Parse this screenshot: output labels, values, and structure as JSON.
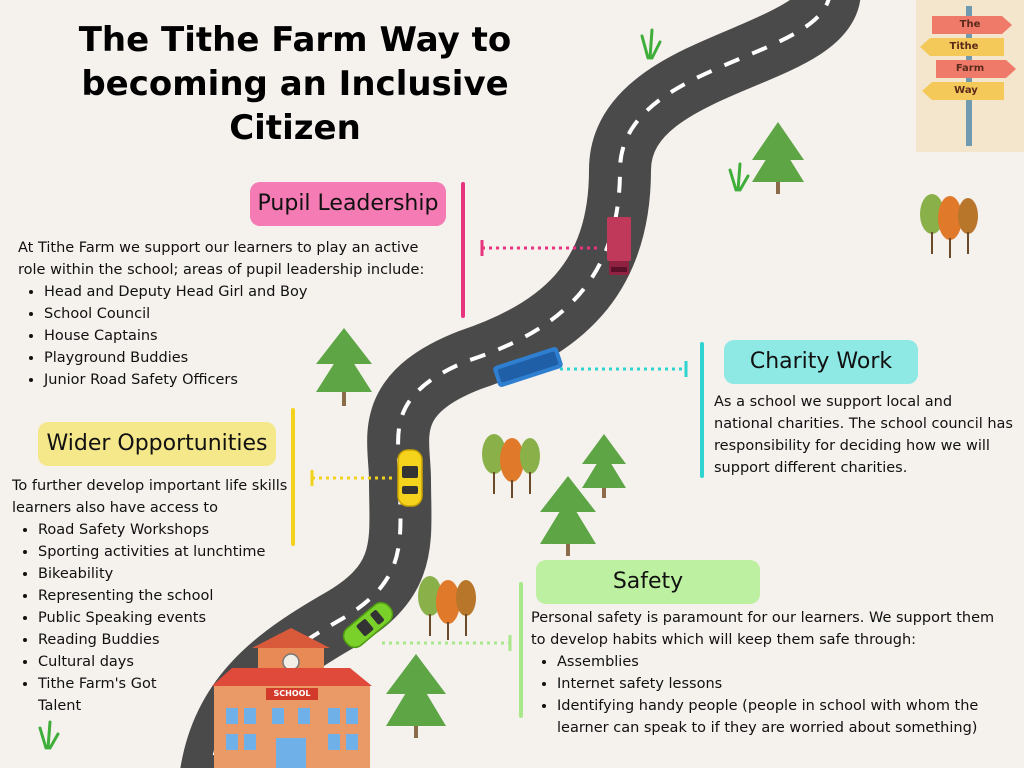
{
  "title": {
    "line1": "The Tithe Farm Way to",
    "line2": "becoming an Inclusive Citizen"
  },
  "signpost": {
    "signs": [
      "The",
      "Tithe",
      "Farm",
      "Way"
    ]
  },
  "school_sign": "SCHOOL",
  "sections": {
    "pupil_leadership": {
      "heading": "Pupil Leadership",
      "color": "#f47bb4",
      "intro": "At Tithe Farm we support our learners to play an active role within the school; areas of pupil leadership include:",
      "items": [
        "Head and Deputy Head Girl and Boy",
        "School Council",
        "House Captains",
        "Playground Buddies",
        "Junior Road Safety Officers"
      ]
    },
    "charity_work": {
      "heading": "Charity Work",
      "color": "#8ee8e4",
      "intro": "As a school we support local and national charities. The school council has responsibility for deciding how we will support different charities."
    },
    "wider_opportunities": {
      "heading": "Wider Opportunities",
      "color": "#f5e88a",
      "intro": "To further develop important life skills learners also have access to",
      "items": [
        "Road Safety Workshops",
        "Sporting activities at lunchtime",
        "Bikeability",
        "Representing the school",
        "Public Speaking events",
        "Reading Buddies",
        "Cultural days",
        "Tithe Farm's Got Talent"
      ]
    },
    "safety": {
      "heading": "Safety",
      "color": "#bdf0a0",
      "intro": "Personal safety is paramount for our learners. We support them to develop habits which will keep them safe through:",
      "items": [
        "Assemblies",
        "Internet safety lessons",
        "Identifying handy people (people in school with whom the learner can speak to if they are worried about something)"
      ]
    }
  },
  "colors": {
    "background": "#f5f1ed",
    "road": "#4a4a4a",
    "pink": "#e8337f",
    "cyan": "#2fd3d0",
    "yellow": "#f2d21a",
    "green": "#a8e88a"
  }
}
